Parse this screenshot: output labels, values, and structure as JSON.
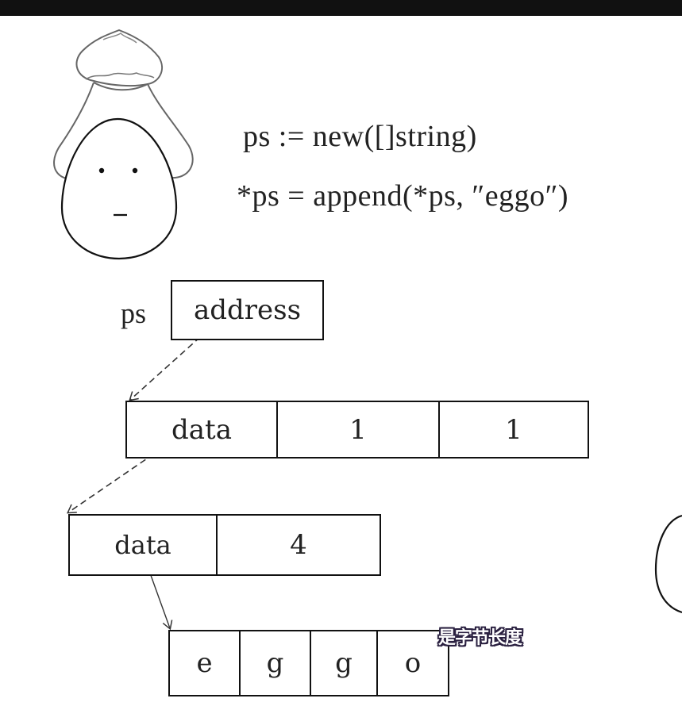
{
  "code": {
    "line1": "ps := new([]string)",
    "line2": "*ps = append(*ps, ″eggo″)"
  },
  "pointer": {
    "label": "ps",
    "value": "address"
  },
  "slice_header": {
    "data": "data",
    "len": "1",
    "cap": "1"
  },
  "string_header": {
    "data": "data",
    "len": "4"
  },
  "bytes": [
    "e",
    "g",
    "g",
    "o"
  ],
  "subtitle": "是字节长度"
}
